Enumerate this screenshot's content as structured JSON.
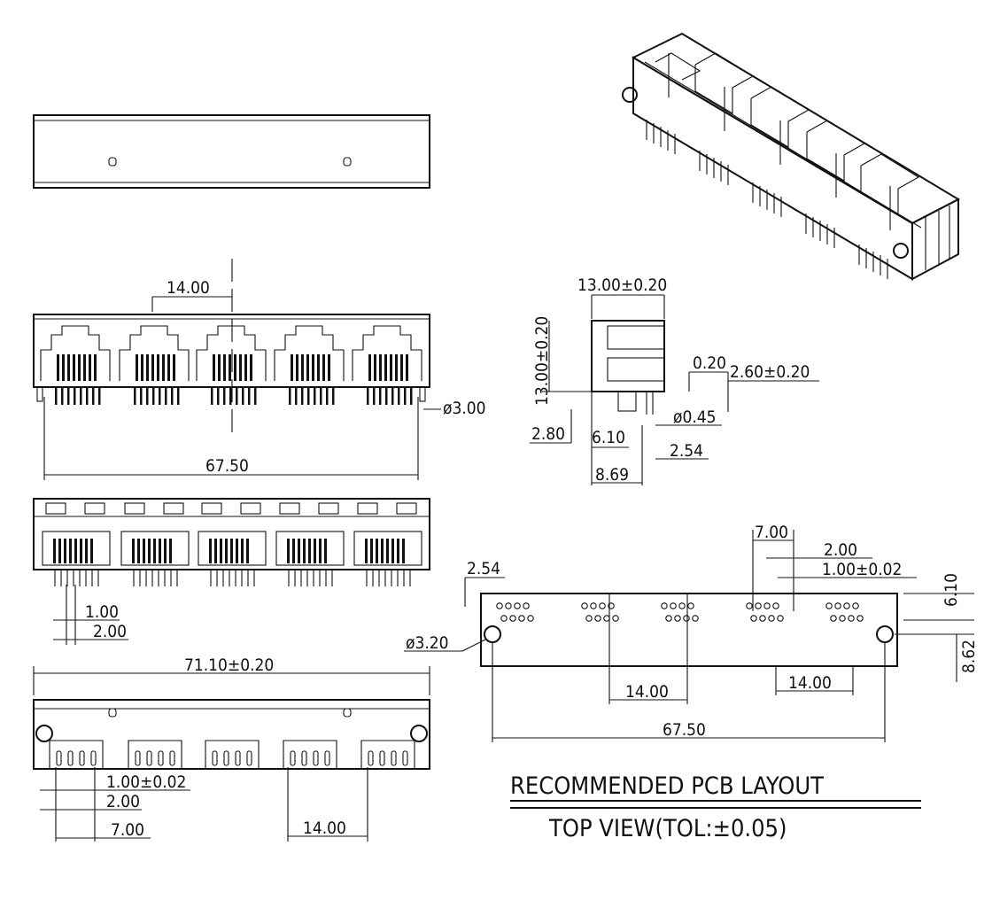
{
  "dims": {
    "port_pitch_front": "14.00",
    "overall_front": "67.50",
    "peg_dia_front": "ø3.00",
    "side_width": "13.00±0.20",
    "side_height": "13.00±0.20",
    "pin_thickness": "0.20",
    "pin_length": "2.60±0.20",
    "pin_dia": "ø0.45",
    "standoff": "2.80",
    "row_offset": "6.10",
    "row_pitch": "2.54",
    "depth": "8.69",
    "rear_pin_pitch": "1.00",
    "rear_row_pitch": "2.00",
    "bottom_width": "71.10±0.20",
    "bottom_pin_pitch": "1.00±0.02",
    "bottom_row_pitch": "2.00",
    "bottom_group": "7.00",
    "bottom_port_pitch": "14.00",
    "pcb_group": "7.00",
    "pcb_row_pitch": "2.00",
    "pcb_pin_pitch": "1.00±0.02",
    "pcb_edge": "6.10",
    "pcb_row": "2.54",
    "pcb_hole": "ø3.20",
    "pcb_hole_y": "8.62",
    "pcb_pitch_a": "14.00",
    "pcb_pitch_b": "14.00",
    "pcb_overall": "67.50"
  },
  "notes": {
    "layout_title": "RECOMMENDED  PCB  LAYOUT",
    "layout_subtitle": "TOP  VIEW(TOL:±0.05)"
  }
}
